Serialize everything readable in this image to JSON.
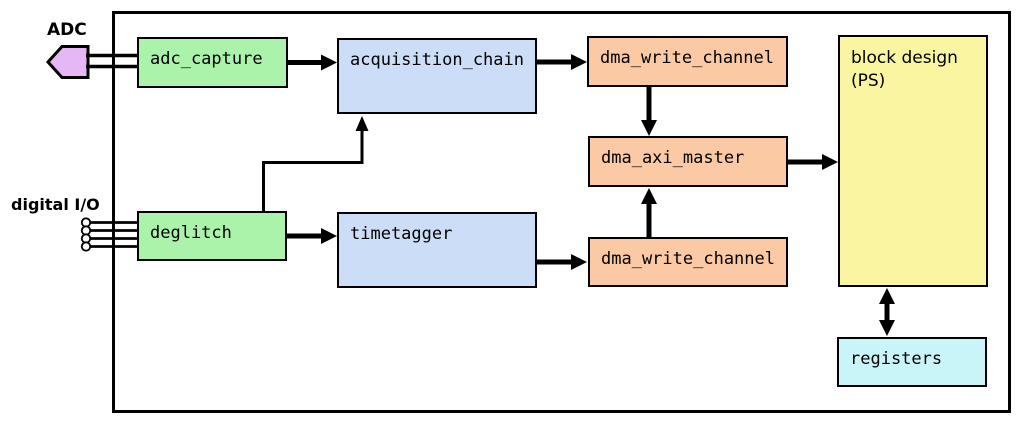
{
  "diagram": {
    "labels": {
      "adc": "ADC",
      "digital_io": "digital I/O"
    },
    "blocks": {
      "adc_capture": {
        "label": "adc_capture"
      },
      "deglitch": {
        "label": "deglitch"
      },
      "acquisition_chain": {
        "label": "acquisition_chain"
      },
      "timetagger": {
        "label": "timetagger"
      },
      "dma_write_channel_top": {
        "label": "dma_write_channel"
      },
      "dma_axi_master": {
        "label": "dma_axi_master"
      },
      "dma_write_channel_bottom": {
        "label": "dma_write_channel"
      },
      "block_design_ps": {
        "label": "block design (PS)"
      },
      "registers": {
        "label": "registers"
      }
    },
    "colors": {
      "green": "#abf2ab",
      "blue": "#ccddf8",
      "orange": "#fbc9a4",
      "yellow": "#f9f5a0",
      "cyan": "#c9f5f9",
      "purple": "#e5b8f5",
      "line": "#000000",
      "pin_fill": "#ffffff"
    }
  }
}
